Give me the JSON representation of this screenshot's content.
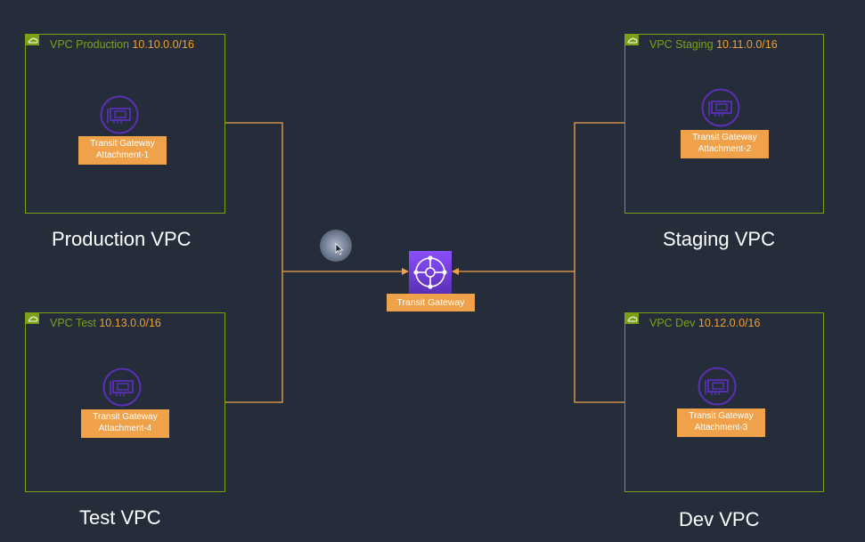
{
  "vpcs": {
    "production": {
      "name": "VPC Production",
      "cidr": "10.10.0.0/16",
      "attachment_line1": "Transit Gateway",
      "attachment_line2": "Attachment-1",
      "caption": "Production VPC"
    },
    "staging": {
      "name": "VPC Staging",
      "cidr": "10.11.0.0/16",
      "attachment_line1": "Transit Gateway",
      "attachment_line2": "Attachment-2",
      "caption": "Staging VPC"
    },
    "test": {
      "name": "VPC Test",
      "cidr": "10.13.0.0/16",
      "attachment_line1": "Transit Gateway",
      "attachment_line2": "Attachment-4",
      "caption": "Test VPC"
    },
    "dev": {
      "name": "VPC Dev",
      "cidr": "10.12.0.0/16",
      "attachment_line1": "Transit Gateway",
      "attachment_line2": "Attachment-3",
      "caption": "Dev VPC"
    }
  },
  "transit_gateway": {
    "label": "Transit Gateway",
    "icon": "transit-gateway-icon"
  },
  "colors": {
    "background": "#252d3b",
    "vpc_border": "#7aa116",
    "cidr_text": "#f0a030",
    "label_fill": "#f0a24a",
    "connector": "#f0a24a",
    "eni_icon": "#5a30b5",
    "tgw_icon": "#8c4fff"
  }
}
